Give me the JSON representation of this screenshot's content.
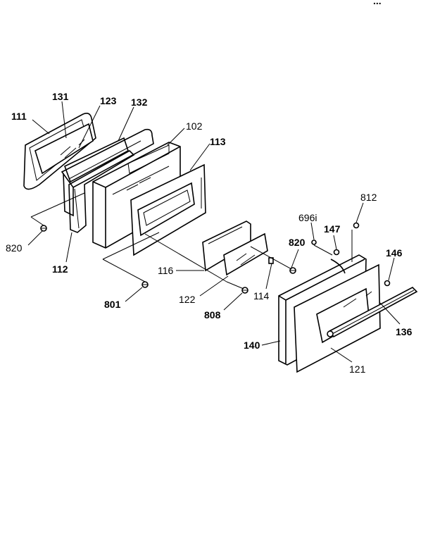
{
  "diagram": {
    "corner_mark": "...",
    "labels": {
      "l111": "111",
      "l131": "131",
      "l123": "123",
      "l132": "132",
      "l102": "102",
      "l113": "113",
      "l820a": "820",
      "l112": "112",
      "l116": "116",
      "l801": "801",
      "l122": "122",
      "l114": "114",
      "l808": "808",
      "l820b": "820",
      "l696": "696i",
      "l812": "812",
      "l147": "147",
      "l146": "146",
      "l140": "140",
      "l121": "121",
      "l136": "136"
    }
  }
}
